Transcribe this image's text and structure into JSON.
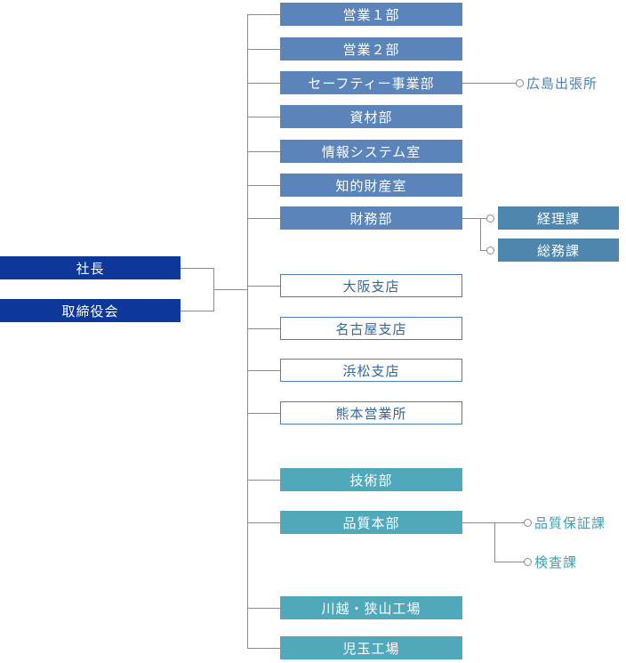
{
  "colors": {
    "navy_box": "#0d3798",
    "blue_box": "#5b84ba",
    "sub_blue_box": "#4f86ae",
    "teal_box": "#4fa9ba",
    "outlined_border": "#4a7fb5",
    "outlined_text": "#33679e",
    "label_blue": "#4a7fb5",
    "label_teal": "#3fa0b2",
    "connector_line": "#8c8c8c"
  },
  "executive": {
    "president": "社長",
    "board": "取締役会"
  },
  "departments": {
    "sales1": "営業１部",
    "sales2": "営業２部",
    "safety": "セーフティー事業部",
    "materials": "資材部",
    "info_systems": "情報システム室",
    "intellectual_property": "知的財産室",
    "finance": "財務部"
  },
  "branches": {
    "osaka": "大阪支店",
    "nagoya": "名古屋支店",
    "hamamatsu": "浜松支店",
    "kumamoto": "熊本営業所"
  },
  "technical": {
    "engineering": "技術部",
    "quality_hq": "品質本部",
    "kawagoe_sayama": "川越・狭山工場",
    "kodama": "児玉工場"
  },
  "sub_units": {
    "hiroshima": "広島出張所",
    "accounting": "経理課",
    "general_affairs": "総務課",
    "quality_assurance": "品質保証課",
    "inspection": "検査課"
  }
}
